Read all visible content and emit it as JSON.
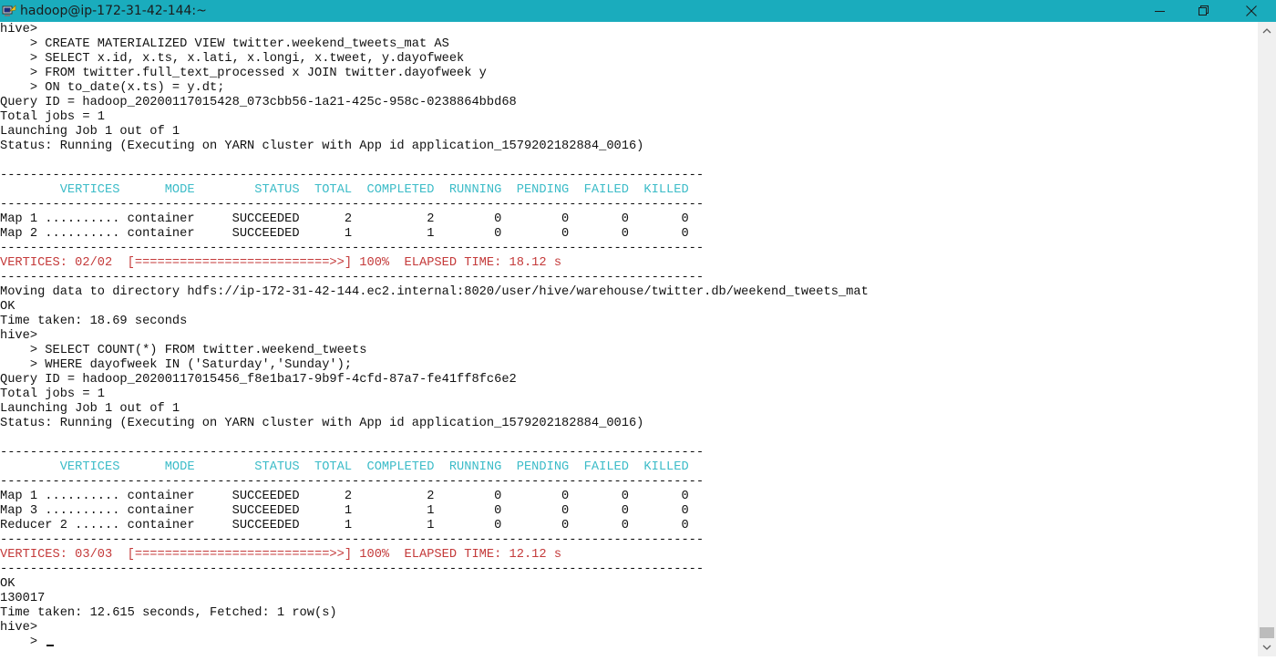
{
  "window": {
    "title": "hadoop@ip-172-31-42-144:~",
    "icon": "putty-icon",
    "controls": [
      "minimize-icon",
      "maximize-icon",
      "close-icon"
    ],
    "titlebar_color": "#1aacbd"
  },
  "terminal": {
    "colors": {
      "text": "#111111",
      "header": "#3cbcc8",
      "progress": "#c43a3a"
    },
    "lines": [
      {
        "text": "hive>",
        "style": "normal"
      },
      {
        "text": "    > CREATE MATERIALIZED VIEW twitter.weekend_tweets_mat AS",
        "style": "normal"
      },
      {
        "text": "    > SELECT x.id, x.ts, x.lati, x.longi, x.tweet, y.dayofweek",
        "style": "normal"
      },
      {
        "text": "    > FROM twitter.full_text_processed x JOIN twitter.dayofweek y",
        "style": "normal"
      },
      {
        "text": "    > ON to_date(x.ts) = y.dt;",
        "style": "normal"
      },
      {
        "text": "Query ID = hadoop_20200117015428_073cbb56-1a21-425c-958c-0238864bbd68",
        "style": "normal"
      },
      {
        "text": "Total jobs = 1",
        "style": "normal"
      },
      {
        "text": "Launching Job 1 out of 1",
        "style": "normal"
      },
      {
        "text": "Status: Running (Executing on YARN cluster with App id application_1579202182884_0016)",
        "style": "normal"
      },
      {
        "text": "",
        "style": "normal"
      },
      {
        "text": "----------------------------------------------------------------------------------------------",
        "style": "normal"
      },
      {
        "text": "        VERTICES      MODE        STATUS  TOTAL  COMPLETED  RUNNING  PENDING  FAILED  KILLED",
        "style": "header"
      },
      {
        "text": "----------------------------------------------------------------------------------------------",
        "style": "normal"
      },
      {
        "text": "Map 1 .......... container     SUCCEEDED      2          2        0        0       0       0",
        "style": "normal"
      },
      {
        "text": "Map 2 .......... container     SUCCEEDED      1          1        0        0       0       0",
        "style": "normal"
      },
      {
        "text": "----------------------------------------------------------------------------------------------",
        "style": "normal"
      },
      {
        "text": "VERTICES: 02/02  [==========================>>] 100%  ELAPSED TIME: 18.12 s",
        "style": "progress"
      },
      {
        "text": "----------------------------------------------------------------------------------------------",
        "style": "normal"
      },
      {
        "text": "Moving data to directory hdfs://ip-172-31-42-144.ec2.internal:8020/user/hive/warehouse/twitter.db/weekend_tweets_mat",
        "style": "normal"
      },
      {
        "text": "OK",
        "style": "normal"
      },
      {
        "text": "Time taken: 18.69 seconds",
        "style": "normal"
      },
      {
        "text": "hive>",
        "style": "normal"
      },
      {
        "text": "    > SELECT COUNT(*) FROM twitter.weekend_tweets",
        "style": "normal"
      },
      {
        "text": "    > WHERE dayofweek IN ('Saturday','Sunday');",
        "style": "normal"
      },
      {
        "text": "Query ID = hadoop_20200117015456_f8e1ba17-9b9f-4cfd-87a7-fe41ff8fc6e2",
        "style": "normal"
      },
      {
        "text": "Total jobs = 1",
        "style": "normal"
      },
      {
        "text": "Launching Job 1 out of 1",
        "style": "normal"
      },
      {
        "text": "Status: Running (Executing on YARN cluster with App id application_1579202182884_0016)",
        "style": "normal"
      },
      {
        "text": "",
        "style": "normal"
      },
      {
        "text": "----------------------------------------------------------------------------------------------",
        "style": "normal"
      },
      {
        "text": "        VERTICES      MODE        STATUS  TOTAL  COMPLETED  RUNNING  PENDING  FAILED  KILLED",
        "style": "header"
      },
      {
        "text": "----------------------------------------------------------------------------------------------",
        "style": "normal"
      },
      {
        "text": "Map 1 .......... container     SUCCEEDED      2          2        0        0       0       0",
        "style": "normal"
      },
      {
        "text": "Map 3 .......... container     SUCCEEDED      1          1        0        0       0       0",
        "style": "normal"
      },
      {
        "text": "Reducer 2 ...... container     SUCCEEDED      1          1        0        0       0       0",
        "style": "normal"
      },
      {
        "text": "----------------------------------------------------------------------------------------------",
        "style": "normal"
      },
      {
        "text": "VERTICES: 03/03  [==========================>>] 100%  ELAPSED TIME: 12.12 s",
        "style": "progress"
      },
      {
        "text": "----------------------------------------------------------------------------------------------",
        "style": "normal"
      },
      {
        "text": "OK",
        "style": "normal"
      },
      {
        "text": "130017",
        "style": "normal"
      },
      {
        "text": "Time taken: 12.615 seconds, Fetched: 1 row(s)",
        "style": "normal"
      },
      {
        "text": "hive>",
        "style": "normal"
      }
    ],
    "prompt": "    > "
  },
  "scrollbar": {
    "up_icon": "arrow-up-icon",
    "down_icon": "arrow-down-icon"
  }
}
